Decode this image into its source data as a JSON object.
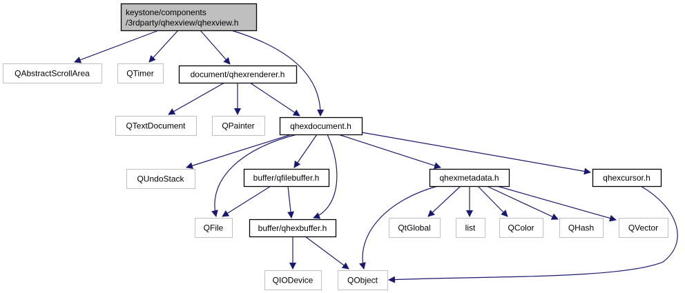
{
  "title": "keystone/components/3rdparty/qhexview/qhexview.h include dependency graph",
  "colors": {
    "edge": "#191970",
    "root_fill": "#bfbfbf",
    "root_border": "#000000",
    "internal_border": "#000000",
    "external_border": "#bfbfbf",
    "node_fill": "#ffffff"
  },
  "nodes": [
    {
      "id": "qhexview",
      "lines": [
        "keystone/components",
        "/3rdparty/qhexview/qhexview.h"
      ],
      "kind": "root"
    },
    {
      "id": "QAbstractScrollArea",
      "lines": [
        "QAbstractScrollArea"
      ],
      "kind": "external"
    },
    {
      "id": "QTimer",
      "lines": [
        "QTimer"
      ],
      "kind": "external"
    },
    {
      "id": "qhexrenderer",
      "lines": [
        "document/qhexrenderer.h"
      ],
      "kind": "internal"
    },
    {
      "id": "QTextDocument",
      "lines": [
        "QTextDocument"
      ],
      "kind": "external"
    },
    {
      "id": "QPainter",
      "lines": [
        "QPainter"
      ],
      "kind": "external"
    },
    {
      "id": "qhexdocument",
      "lines": [
        "qhexdocument.h"
      ],
      "kind": "internal"
    },
    {
      "id": "QUndoStack",
      "lines": [
        "QUndoStack"
      ],
      "kind": "external"
    },
    {
      "id": "qfilebuffer",
      "lines": [
        "buffer/qfilebuffer.h"
      ],
      "kind": "internal"
    },
    {
      "id": "qhexmetadata",
      "lines": [
        "qhexmetadata.h"
      ],
      "kind": "internal"
    },
    {
      "id": "qhexcursor",
      "lines": [
        "qhexcursor.h"
      ],
      "kind": "internal"
    },
    {
      "id": "QFile",
      "lines": [
        "QFile"
      ],
      "kind": "external"
    },
    {
      "id": "qhexbuffer",
      "lines": [
        "buffer/qhexbuffer.h"
      ],
      "kind": "internal"
    },
    {
      "id": "QtGlobal",
      "lines": [
        "QtGlobal"
      ],
      "kind": "external"
    },
    {
      "id": "list",
      "lines": [
        "list"
      ],
      "kind": "external"
    },
    {
      "id": "QColor",
      "lines": [
        "QColor"
      ],
      "kind": "external"
    },
    {
      "id": "QHash",
      "lines": [
        "QHash"
      ],
      "kind": "external"
    },
    {
      "id": "QVector",
      "lines": [
        "QVector"
      ],
      "kind": "external"
    },
    {
      "id": "QIODevice",
      "lines": [
        "QIODevice"
      ],
      "kind": "external"
    },
    {
      "id": "QObject",
      "lines": [
        "QObject"
      ],
      "kind": "external"
    }
  ],
  "edges": [
    {
      "from": "qhexview",
      "to": "QAbstractScrollArea"
    },
    {
      "from": "qhexview",
      "to": "QTimer"
    },
    {
      "from": "qhexview",
      "to": "qhexrenderer"
    },
    {
      "from": "qhexview",
      "to": "qhexdocument"
    },
    {
      "from": "qhexrenderer",
      "to": "QTextDocument"
    },
    {
      "from": "qhexrenderer",
      "to": "QPainter"
    },
    {
      "from": "qhexrenderer",
      "to": "qhexdocument"
    },
    {
      "from": "qhexdocument",
      "to": "QUndoStack"
    },
    {
      "from": "qhexdocument",
      "to": "QFile"
    },
    {
      "from": "qhexdocument",
      "to": "qfilebuffer"
    },
    {
      "from": "qhexdocument",
      "to": "qhexbuffer"
    },
    {
      "from": "qhexdocument",
      "to": "qhexmetadata"
    },
    {
      "from": "qhexdocument",
      "to": "qhexcursor"
    },
    {
      "from": "qfilebuffer",
      "to": "QFile"
    },
    {
      "from": "qfilebuffer",
      "to": "qhexbuffer"
    },
    {
      "from": "qhexbuffer",
      "to": "QIODevice"
    },
    {
      "from": "qhexbuffer",
      "to": "QObject"
    },
    {
      "from": "qhexmetadata",
      "to": "QObject"
    },
    {
      "from": "qhexmetadata",
      "to": "QtGlobal"
    },
    {
      "from": "qhexmetadata",
      "to": "list"
    },
    {
      "from": "qhexmetadata",
      "to": "QColor"
    },
    {
      "from": "qhexmetadata",
      "to": "QHash"
    },
    {
      "from": "qhexmetadata",
      "to": "QVector"
    },
    {
      "from": "qhexcursor",
      "to": "QObject"
    }
  ]
}
